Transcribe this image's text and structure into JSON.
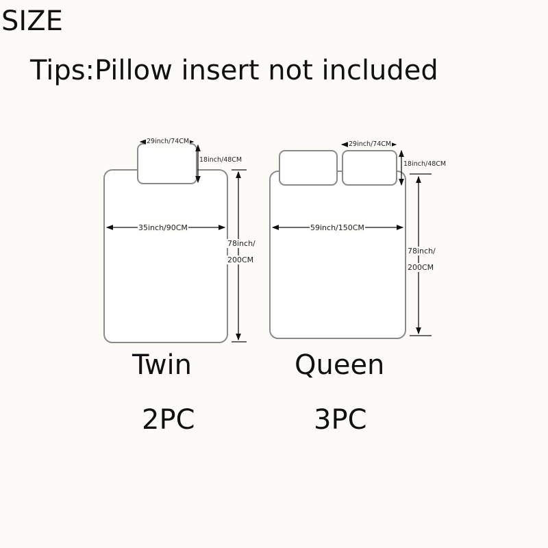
{
  "header": {
    "title": "SIZE",
    "tip": "Tips:Pillow insert not included"
  },
  "twin": {
    "name": "Twin",
    "pieces": "2PC",
    "pillow_width": "29inch/74CM",
    "pillow_height": "18inch/48CM",
    "width": "35inch/90CM",
    "length_line1": "78inch/",
    "length_line2": "200CM"
  },
  "queen": {
    "name": "Queen",
    "pieces": "3PC",
    "pillow_width": "29inch/74CM",
    "pillow_height": "18inch/48CM",
    "width": "59inch/150CM",
    "length_line1": "78inch/",
    "length_line2": "200CM"
  }
}
